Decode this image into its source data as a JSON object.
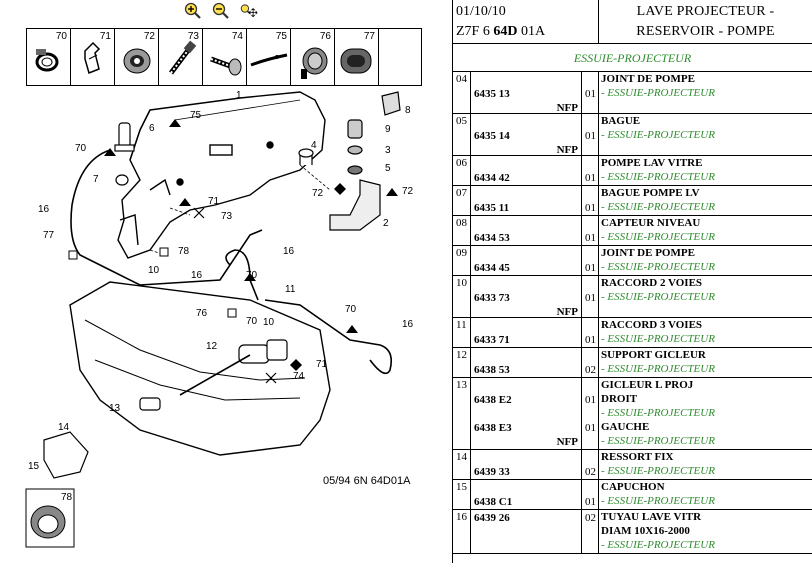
{
  "toolbar": {
    "zoom_in": "zoom-in-icon",
    "zoom_out": "zoom-out-icon",
    "zoom_pan": "zoom-pan-icon"
  },
  "legend": [
    "70",
    "71",
    "72",
    "73",
    "74",
    "75",
    "76",
    "77"
  ],
  "diagram": {
    "callouts": {
      "c1": "1",
      "c2": "2",
      "c3": "3",
      "c4": "4",
      "c5": "5",
      "c6": "6",
      "c7": "7",
      "c8": "8",
      "c9": "9",
      "c10a": "10",
      "c10b": "10",
      "c11": "11",
      "c12": "12",
      "c13": "13",
      "c14": "14",
      "c15": "15",
      "c16a": "16",
      "c16b": "16",
      "c16c": "16",
      "c16d": "16",
      "c70a": "70",
      "c70b": "70",
      "c70c": "70",
      "c70d": "70",
      "c71a": "71",
      "c71b": "71",
      "c72a": "72",
      "c72b": "72",
      "c73": "73",
      "c74": "74",
      "c75": "75",
      "c76": "76",
      "c77": "77",
      "c78": "78",
      "c78b": "78"
    },
    "reference": "05/94 6N 64D01A"
  },
  "header": {
    "date": "01/10/10",
    "code_prefix": "Z7F 6",
    "code_bold": "64D",
    "code_suffix": "01A",
    "title_line1": "LAVE PROJECTEUR -",
    "title_line2": "RESERVOIR - POMPE"
  },
  "section_title": "ESSUIE-PROJECTEUR",
  "colors": {
    "green": "#2e8b2e"
  },
  "rows": [
    {
      "ref": "04",
      "pn": "6435 13",
      "nfp": "NFP",
      "qty": "01",
      "title": "JOINT DE POMPE",
      "sub": "- ESSUIE-PROJECTEUR"
    },
    {
      "ref": "05",
      "pn": "6435 14",
      "nfp": "NFP",
      "qty": "01",
      "title": "BAGUE",
      "sub": "- ESSUIE-PROJECTEUR"
    },
    {
      "ref": "06",
      "pn": "6434 42",
      "nfp": "",
      "qty": "01",
      "title": "POMPE LAV VITRE",
      "sub": "- ESSUIE-PROJECTEUR"
    },
    {
      "ref": "07",
      "pn": "6435 11",
      "nfp": "",
      "qty": "01",
      "title": "BAGUE POMPE LV",
      "sub": "- ESSUIE-PROJECTEUR"
    },
    {
      "ref": "08",
      "pn": "6434 53",
      "nfp": "",
      "qty": "01",
      "title": "CAPTEUR NIVEAU",
      "sub": "- ESSUIE-PROJECTEUR"
    },
    {
      "ref": "09",
      "pn": "6434 45",
      "nfp": "",
      "qty": "01",
      "title": "JOINT DE POMPE",
      "sub": "- ESSUIE-PROJECTEUR"
    },
    {
      "ref": "10",
      "pn": "6433 73",
      "nfp": "NFP",
      "qty": "01",
      "title": "RACCORD 2 VOIES",
      "sub": "- ESSUIE-PROJECTEUR"
    },
    {
      "ref": "11",
      "pn": "6433 71",
      "nfp": "",
      "qty": "01",
      "title": "RACCORD 3 VOIES",
      "sub": "- ESSUIE-PROJECTEUR"
    },
    {
      "ref": "12",
      "pn": "6438 53",
      "nfp": "",
      "qty": "02",
      "title": "SUPPORT GICLEUR",
      "sub": "- ESSUIE-PROJECTEUR"
    },
    {
      "ref": "13",
      "pn": "6438 E2",
      "pn2": "6438 E3",
      "nfp": "NFP",
      "qty": "01",
      "qty2": "01",
      "title": "GICLEUR L PROJ",
      "title2": "DROIT",
      "sub": "- ESSUIE-PROJECTEUR",
      "title3": "GAUCHE",
      "sub2": "- ESSUIE-PROJECTEUR"
    },
    {
      "ref": "14",
      "pn": "6439 33",
      "nfp": "",
      "qty": "02",
      "title": "RESSORT FIX",
      "sub": "- ESSUIE-PROJECTEUR"
    },
    {
      "ref": "15",
      "pn": "6438 C1",
      "nfp": "",
      "qty": "01",
      "title": "CAPUCHON",
      "sub": "- ESSUIE-PROJECTEUR"
    },
    {
      "ref": "16",
      "pn": "6439 26",
      "nfp": "",
      "qty": "02",
      "title": "TUYAU LAVE VITR",
      "title2": "DIAM 10X16-2000",
      "sub": "- ESSUIE-PROJECTEUR"
    }
  ]
}
